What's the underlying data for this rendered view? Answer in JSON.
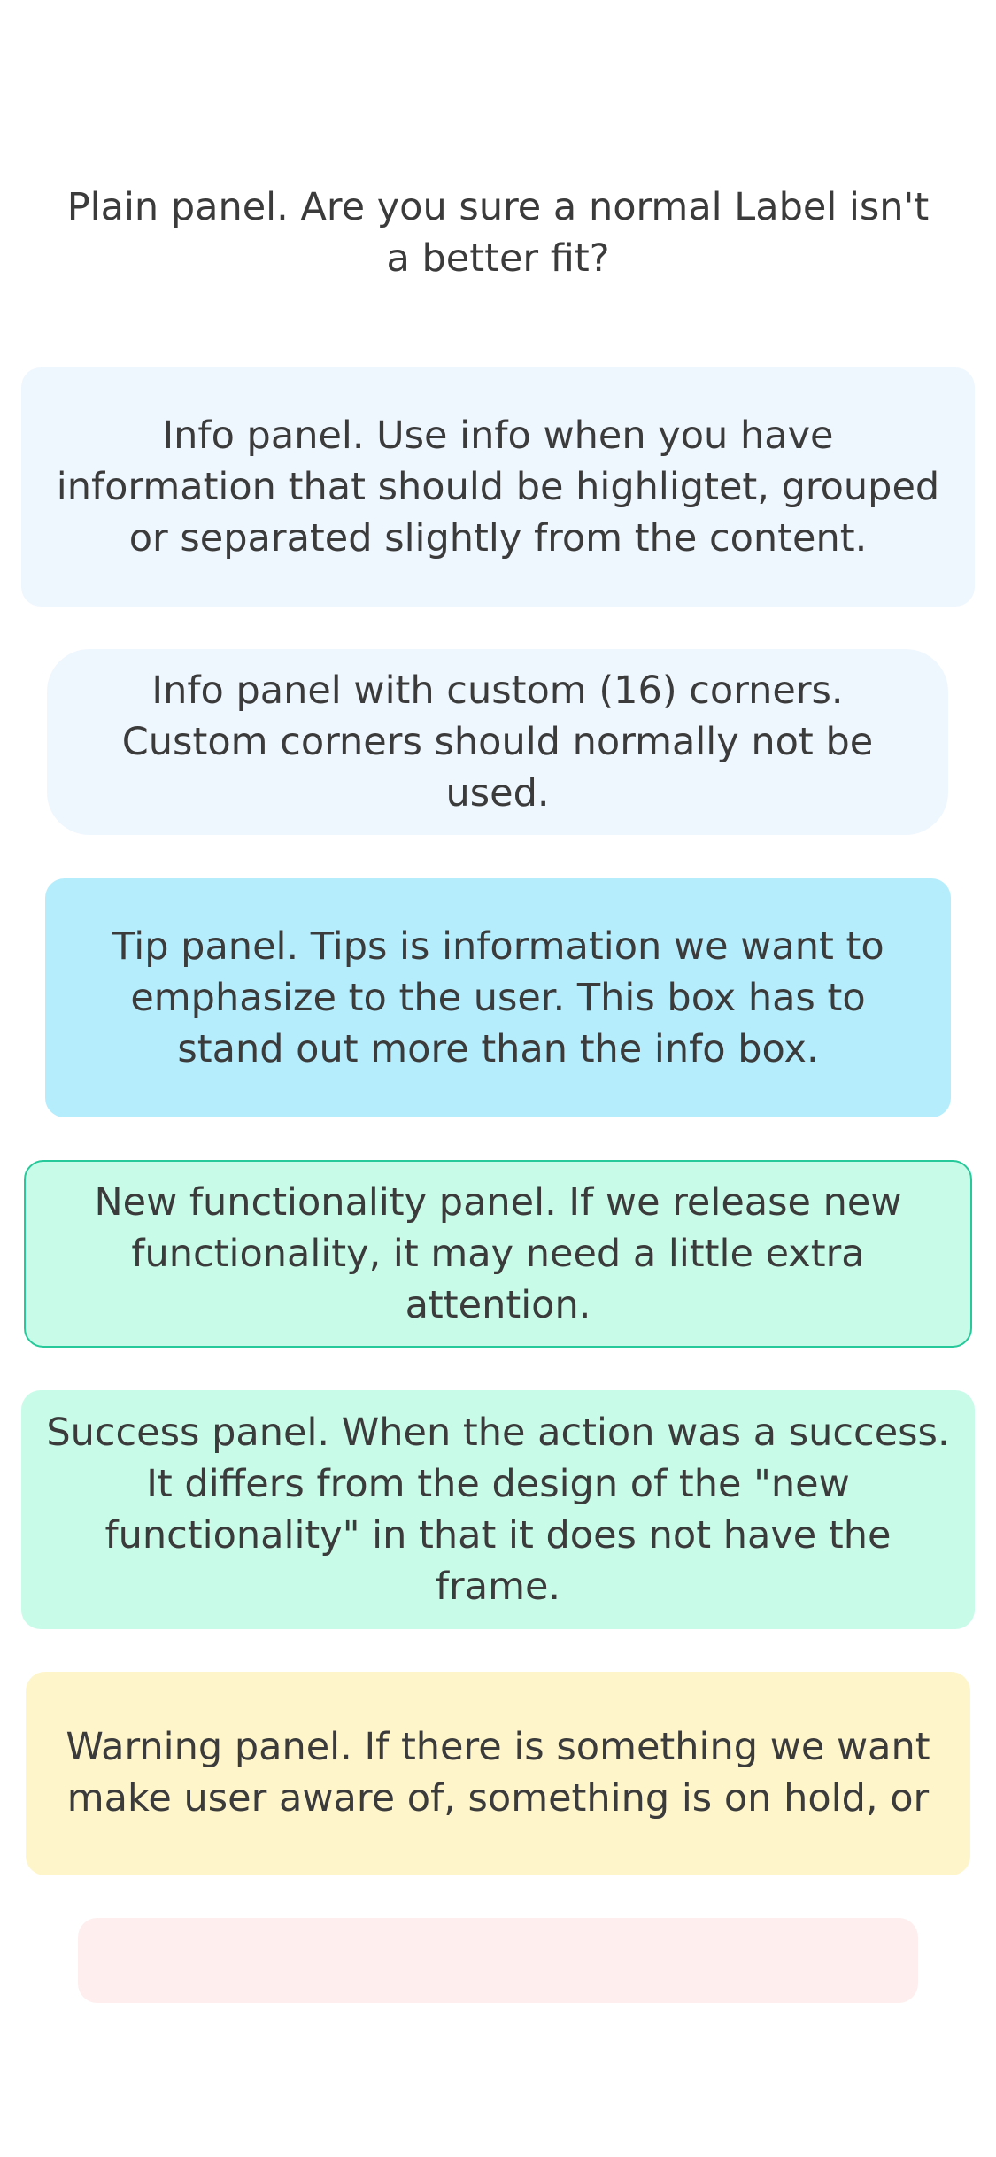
{
  "panels": {
    "plain": {
      "text": "Plain panel. Are you sure a normal Label isn't a better fit?"
    },
    "info": {
      "text": "Info panel. Use info when you have information that should be highligtet, grouped or separated slightly from the content.",
      "background": "#eff7fe"
    },
    "info_custom": {
      "text": "Info panel with custom (16) corners. Custom corners should normally not be used.",
      "background": "#eff7fe"
    },
    "tip": {
      "text": "Tip panel. Tips is information we want to emphasize to the user. This box has to stand out more than the info box.",
      "background": "#b5edfc"
    },
    "new_functionality": {
      "text": "New functionality panel. If we release new functionality, it may need a little extra attention.",
      "background": "#c9fbe9",
      "border": "#26c99a"
    },
    "success": {
      "text": "Success panel. When the action was a success. It differs from the design of the \"new functionality\" in that it does not have the frame.",
      "background": "#c9fbe9"
    },
    "warning": {
      "text": "Warning panel. If there is something we want make user aware of, something is on hold, or",
      "background": "#fef5cb"
    },
    "error": {
      "background": "#feeeee"
    }
  }
}
